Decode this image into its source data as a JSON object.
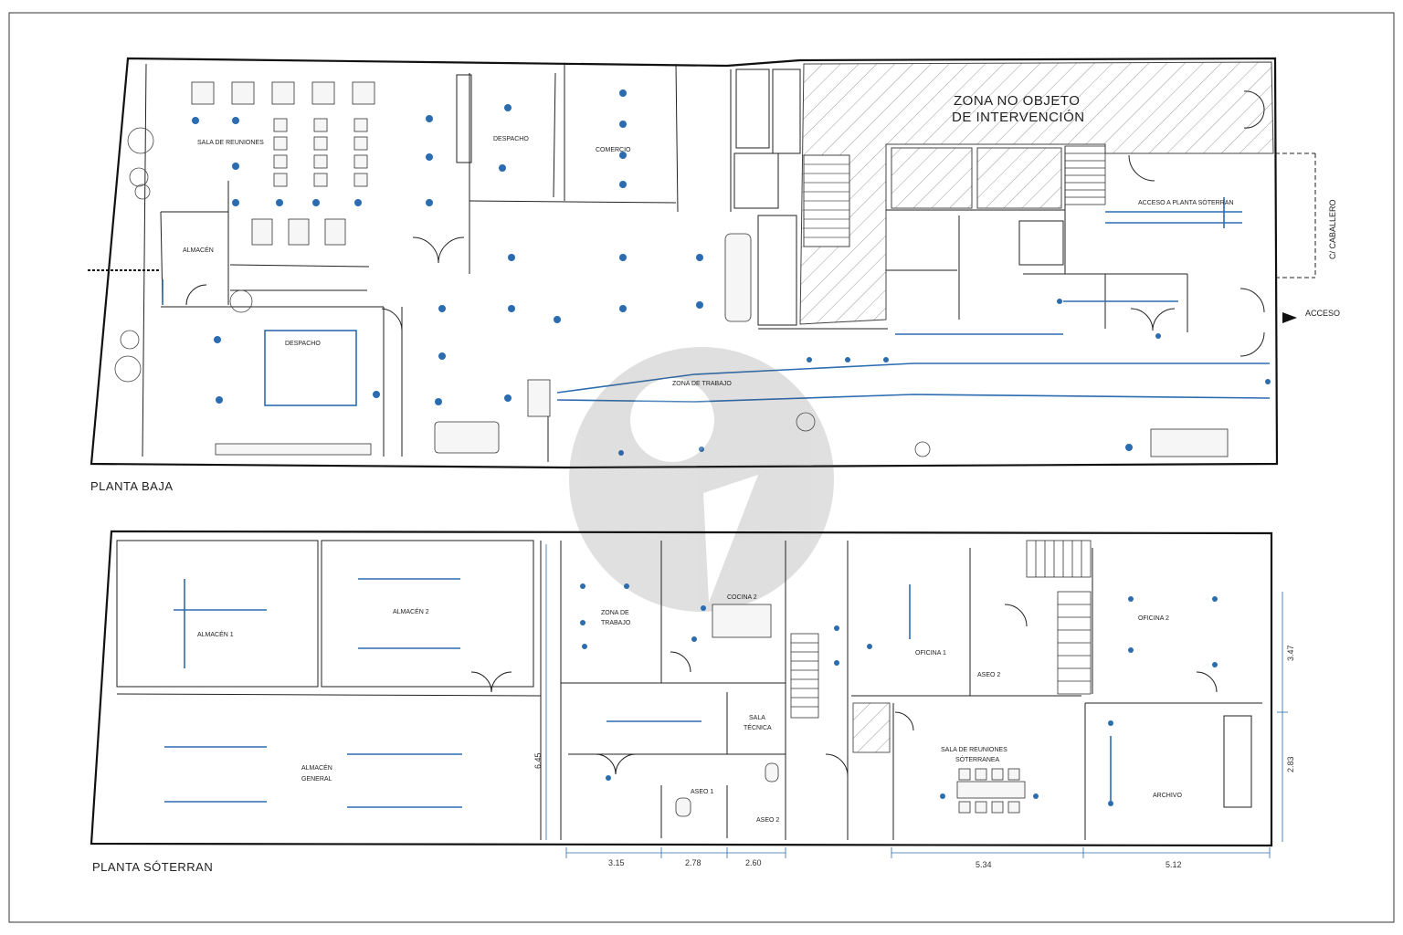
{
  "plans": {
    "ground": {
      "title": "PLANTA BAJA",
      "zone_excluded": [
        "ZONA NO OBJETO",
        "DE INTERVENCIÓN"
      ],
      "street": "C/ CABALLERO",
      "entrance": "ACCESO",
      "rooms": {
        "sala_reuniones": "SALA DE REUNIONES",
        "almacen": "ALMACÉN",
        "despacho": "DESPACHO",
        "zona_trabajo": "ZONA DE TRABAJO",
        "acceso_planta": "ACCESO A PLANTA SÓTERRAN",
        "despacho2": "DESPACHO",
        "comercio": "COMERCIO"
      }
    },
    "basement": {
      "title": "PLANTA SÓTERRAN",
      "rooms": {
        "almacen1": "ALMACÉN 1",
        "almacen2": "ALMACÉN 2",
        "almacen_general": [
          "ALMACÉN",
          "GENERAL"
        ],
        "zona_trabajo": [
          "ZONA DE",
          "TRABAJO"
        ],
        "cocina": "COCINA 2",
        "sala_tecnica": [
          "SALA",
          "TÉCNICA"
        ],
        "aseo1": "ASEO 1",
        "aseo2_left": "ASEO 2",
        "oficina1": "OFICINA 1",
        "aseo2_right": "ASEO 2",
        "oficina2": "OFICINA 2",
        "sala_reuniones": [
          "SALA DE REUNIONES",
          "SÓTERRANEA"
        ],
        "archivo": "ARCHIVO"
      },
      "dimensions": {
        "bottom": [
          "3.15",
          "2.78",
          "2.60",
          "5.34",
          "5.12"
        ],
        "left_vertical": "6.45",
        "right_vertical": [
          "3.47",
          "2.83"
        ]
      }
    }
  },
  "colors": {
    "wall": "#111111",
    "installation": "#2b6cb0",
    "hatch": "#999999"
  }
}
